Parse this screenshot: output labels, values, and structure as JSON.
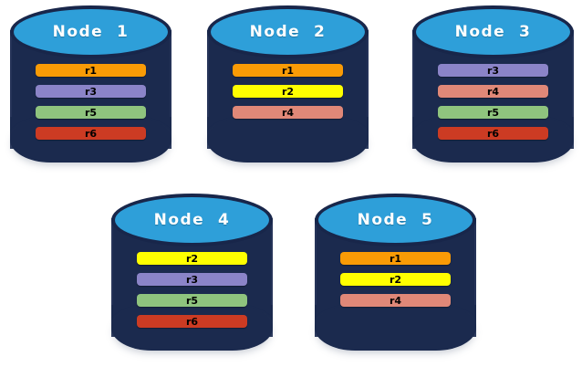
{
  "diagram": {
    "type": "node-replica-placement",
    "background_color": "#ffffff",
    "cylinder_body_color": "#1b2a4e",
    "cylinder_top_color": "#2e9fd9",
    "cylinder_top_rim_color": "#18264a",
    "label_color": "#ffffff",
    "replica_colors": {
      "r1": "#f99b06",
      "r2": "#ffff00",
      "r3": "#8b84c8",
      "r4": "#e08878",
      "r5": "#8fc47e",
      "r6": "#cc3b23"
    },
    "nodes": [
      {
        "id": "node-1",
        "label": "Node  1",
        "row": "top",
        "replicas": [
          {
            "label": "r1",
            "color": "#f99b06"
          },
          {
            "label": "r3",
            "color": "#8b84c8"
          },
          {
            "label": "r5",
            "color": "#8fc47e"
          },
          {
            "label": "r6",
            "color": "#cc3b23"
          }
        ]
      },
      {
        "id": "node-2",
        "label": "Node  2",
        "row": "top",
        "replicas": [
          {
            "label": "r1",
            "color": "#f99b06"
          },
          {
            "label": "r2",
            "color": "#ffff00"
          },
          {
            "label": "r4",
            "color": "#e08878"
          }
        ]
      },
      {
        "id": "node-3",
        "label": "Node  3",
        "row": "top",
        "replicas": [
          {
            "label": "r3",
            "color": "#8b84c8"
          },
          {
            "label": "r4",
            "color": "#e08878"
          },
          {
            "label": "r5",
            "color": "#8fc47e"
          },
          {
            "label": "r6",
            "color": "#cc3b23"
          }
        ]
      },
      {
        "id": "node-4",
        "label": "Node  4",
        "row": "bottom",
        "replicas": [
          {
            "label": "r2",
            "color": "#ffff00"
          },
          {
            "label": "r3",
            "color": "#8b84c8"
          },
          {
            "label": "r5",
            "color": "#8fc47e"
          },
          {
            "label": "r6",
            "color": "#cc3b23"
          }
        ]
      },
      {
        "id": "node-5",
        "label": "Node  5",
        "row": "bottom",
        "replicas": [
          {
            "label": "r1",
            "color": "#f99b06"
          },
          {
            "label": "r2",
            "color": "#ffff00"
          },
          {
            "label": "r4",
            "color": "#e08878"
          }
        ]
      }
    ]
  }
}
